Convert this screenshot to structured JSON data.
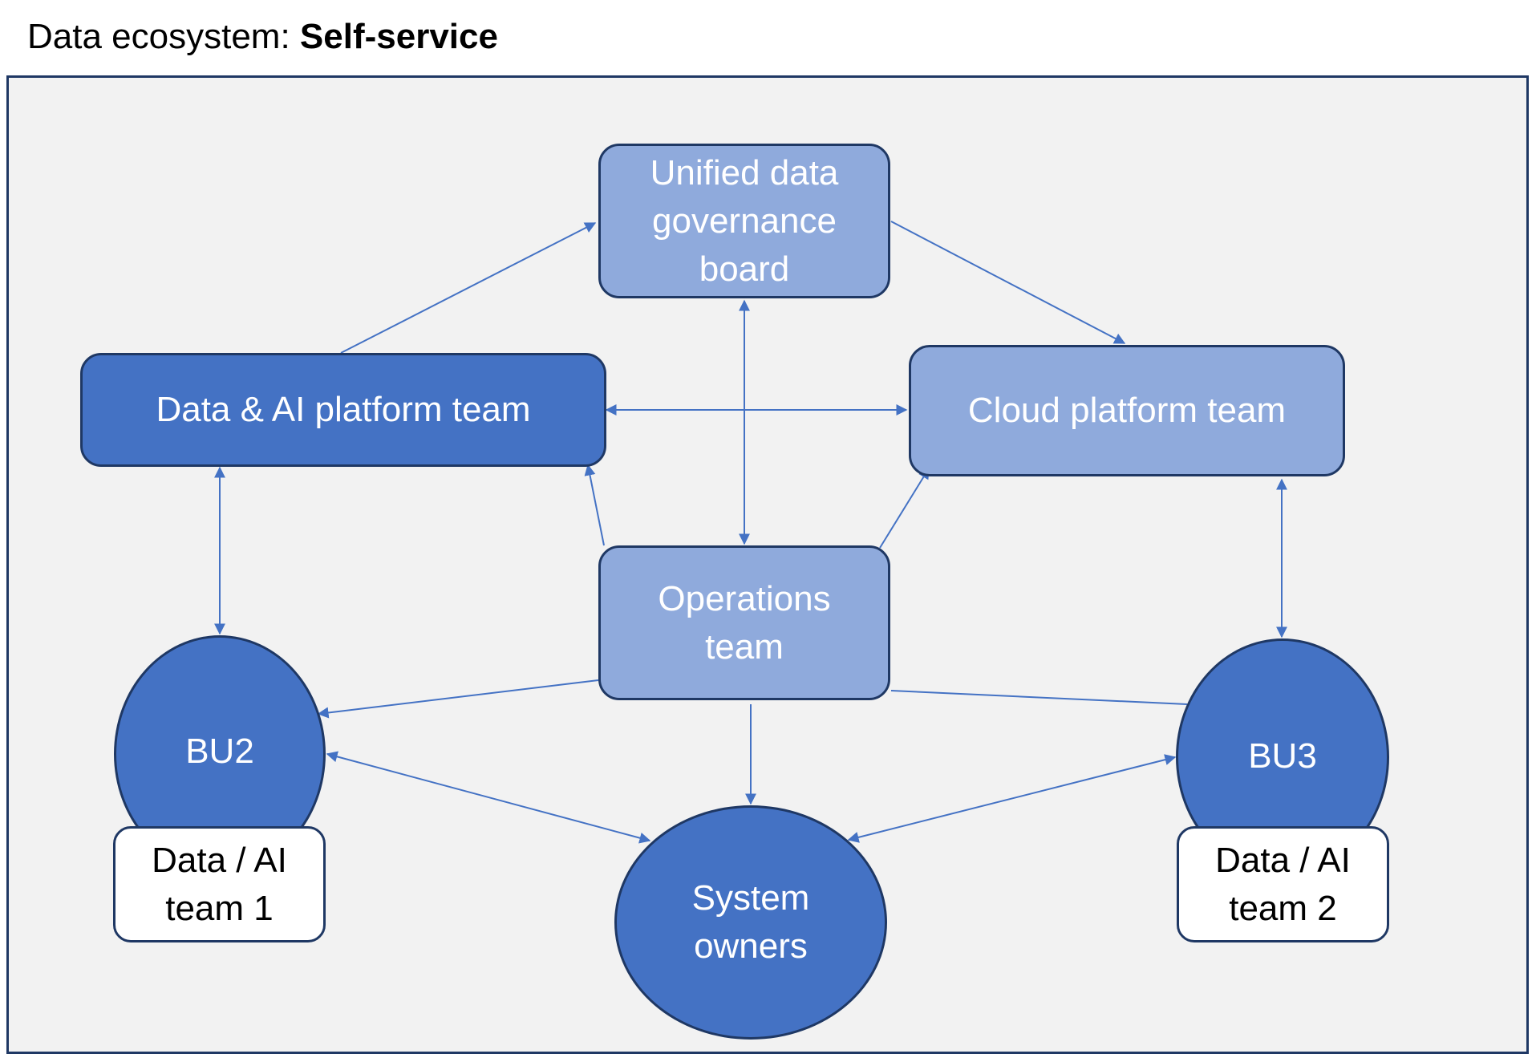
{
  "header": {
    "title_prefix": "Data ecosystem: ",
    "title_bold": "Self-service"
  },
  "colors": {
    "background": "#f2f2f2",
    "border": "#1f3864",
    "light_node": "#8faadc",
    "dark_node": "#4472c4",
    "arrow": "#4472c4"
  },
  "nodes": {
    "governance": "Unified data\ngovernance\nboard",
    "data_ai_platform": "Data & AI platform team",
    "cloud_platform": "Cloud platform team",
    "operations": "Operations\nteam",
    "bu2": "BU2",
    "bu3": "BU3",
    "data_ai_team1": "Data / AI\nteam 1",
    "data_ai_team2": "Data / AI\nteam 2",
    "system_owners": "System\nowners"
  }
}
